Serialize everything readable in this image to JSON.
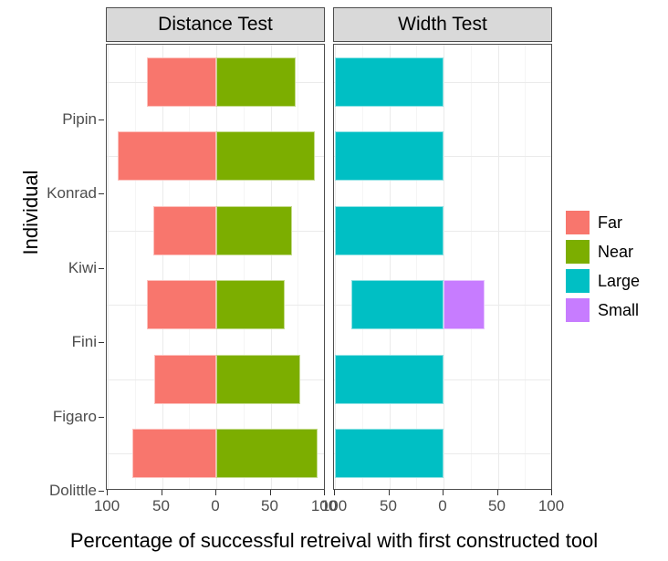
{
  "chart_data": {
    "type": "bar",
    "title": "",
    "subtitle": "",
    "xlabel": "Percentage of successful retreival with first constructed tool",
    "ylabel": "Individual",
    "orientation": "horizontal",
    "layout": "diverging-back-to-back, faceted by test",
    "grid": true,
    "legend_position": "right",
    "xlim": [
      -100,
      100
    ],
    "x_tick_values": [
      -100,
      -50,
      0,
      50,
      100
    ],
    "x_tick_labels": [
      "100",
      "50",
      "0",
      "50",
      "100"
    ],
    "categories": [
      "Pipin",
      "Konrad",
      "Kiwi",
      "Fini",
      "Figaro",
      "Dolittle"
    ],
    "facets": [
      {
        "name": "Distance Test",
        "left_series": "Far",
        "right_series": "Near",
        "series": [
          {
            "name": "Far",
            "color": "#F8766D",
            "side": "left",
            "values": [
              64,
              91,
              58,
              64,
              57,
              77
            ]
          },
          {
            "name": "Near",
            "color": "#7CAE00",
            "side": "right",
            "values": [
              73,
              91,
              70,
              63,
              77,
              93
            ]
          }
        ]
      },
      {
        "name": "Width Test",
        "left_series": "Large",
        "right_series": "Small",
        "series": [
          {
            "name": "Large",
            "color": "#00BFC4",
            "side": "left",
            "values": [
              100,
              100,
              100,
              85,
              100,
              100
            ]
          },
          {
            "name": "Small",
            "color": "#C77CFF",
            "side": "right",
            "values": [
              0,
              0,
              0,
              38,
              0,
              0
            ]
          }
        ]
      }
    ],
    "legend": [
      {
        "label": "Far",
        "color": "#F8766D"
      },
      {
        "label": "Near",
        "color": "#7CAE00"
      },
      {
        "label": "Large",
        "color": "#00BFC4"
      },
      {
        "label": "Small",
        "color": "#C77CFF"
      }
    ]
  },
  "colors": {
    "far": "#F8766D",
    "near": "#7CAE00",
    "large": "#00BFC4",
    "small": "#C77CFF",
    "panel_strip_bg": "#D9D9D9",
    "panel_border": "#4D4D4D",
    "grid_major": "#EBEBEB",
    "grid_minor": "#F5F5F5",
    "axis_text": "#4D4D4D",
    "title_text": "#000000",
    "background": "#FFFFFF"
  }
}
